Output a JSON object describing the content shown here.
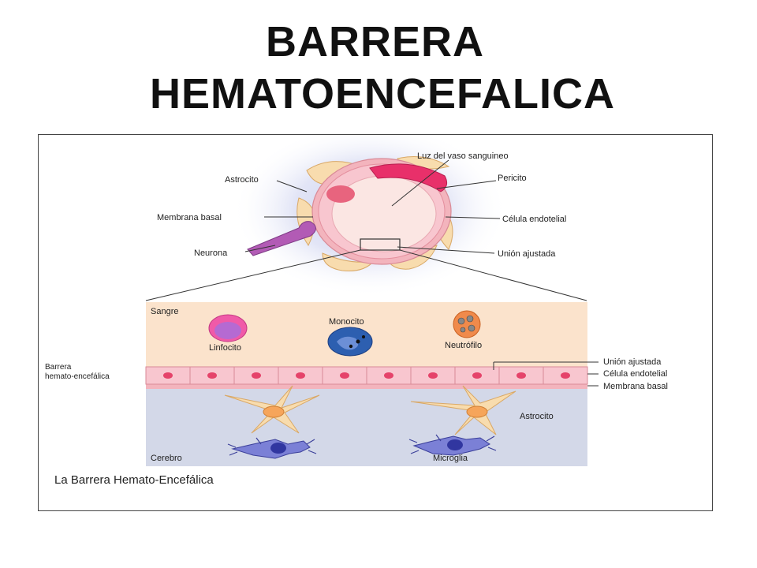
{
  "title": {
    "line1": "BARRERA",
    "line2": "HEMATOENCEFALICA"
  },
  "figure": {
    "top_labels": {
      "lumen": "Luz del vaso sanguineo",
      "astrocyte": "Astrocito",
      "pericyte": "Pericito",
      "basal_membrane": "Membrana basal",
      "endothelial_cell": "Célula endotelial",
      "neuron": "Neurona",
      "tight_junction": "Unión ajustada"
    },
    "detail_labels": {
      "blood": "Sangre",
      "lymphocyte": "Linfocito",
      "monocyte": "Monocito",
      "neutrophil": "Neutrófilo",
      "barrier_line1": "Barrera",
      "barrier_line2": "hemato-encefálica",
      "tight_junction": "Unión ajustada",
      "endothelial_cell": "Célula endotelial",
      "basal_membrane": "Membrana basal",
      "astrocyte": "Astrocito",
      "brain": "Cerebro",
      "microglia": "Microglia"
    },
    "caption": "La Barrera Hemato-Encefálica",
    "colors": {
      "blood_bg": "#fbe3cc",
      "brain_bg": "#d3d8e8",
      "endothelium": "#f8c6cf",
      "nucleus": "#e5436a",
      "astrocyte": "#f8dcae",
      "pericyte": "#e8306a",
      "neuron": "#b25bb5",
      "microglia": "#4c53b8",
      "monocyte": "#2d5fb0",
      "neutrophil": "#f08a4b",
      "glow": "#c9cfee"
    }
  }
}
